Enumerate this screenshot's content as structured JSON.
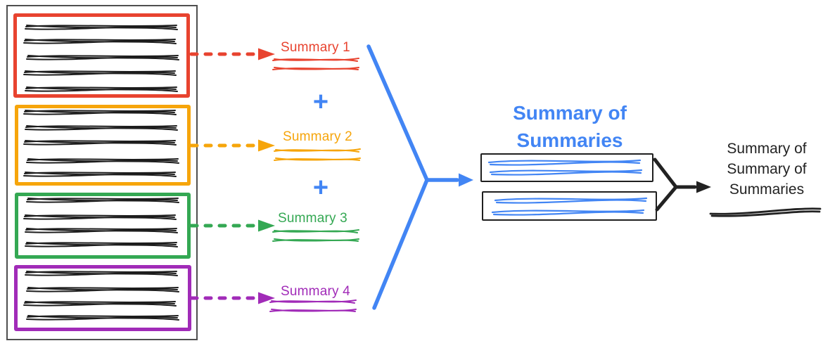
{
  "diagram": {
    "source_document": {
      "sections": [
        {
          "name": "section-1",
          "color": "#e8432f",
          "summary_label": "Summary 1"
        },
        {
          "name": "section-2",
          "color": "#f6a50b",
          "summary_label": "Summary 2"
        },
        {
          "name": "section-3",
          "color": "#34a853",
          "summary_label": "Summary 3"
        },
        {
          "name": "section-4",
          "color": "#a12bb8",
          "summary_label": "Summary 4"
        }
      ]
    },
    "operators": {
      "plus": "+"
    },
    "intermediate": {
      "title": "Summary of Summaries"
    },
    "final": {
      "label": "Summary of Summary of Summaries"
    },
    "colors": {
      "red": "#e8432f",
      "orange": "#f6a50b",
      "green": "#34a853",
      "purple": "#a12bb8",
      "blue": "#4285f4",
      "ink": "#1d1d1d",
      "box_border": "#1f1f1f",
      "container_border": "#4f4f4f"
    }
  }
}
